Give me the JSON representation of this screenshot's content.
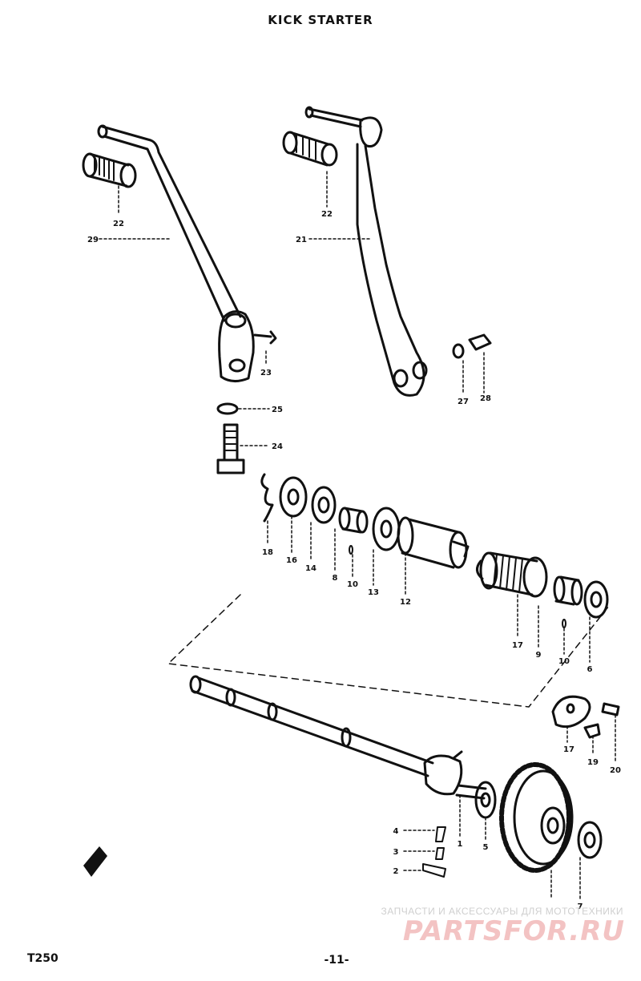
{
  "page": {
    "title": "KICK STARTER",
    "model": "T250",
    "page_number": "-11-"
  },
  "callouts": [
    "22",
    "29",
    "22",
    "21",
    "23",
    "25",
    "24",
    "27",
    "28",
    "18",
    "16",
    "14",
    "8",
    "10",
    "13",
    "12",
    "17",
    "9",
    "10",
    "6",
    "17",
    "19",
    "20",
    "4",
    "3",
    "2",
    "1",
    "5",
    "7"
  ],
  "watermark": {
    "caption": "ЗАПЧАСТИ И АКСЕССУАРЫ ДЛЯ МОТОТЕХНИКИ",
    "logo": "PARTSFOR.RU"
  }
}
